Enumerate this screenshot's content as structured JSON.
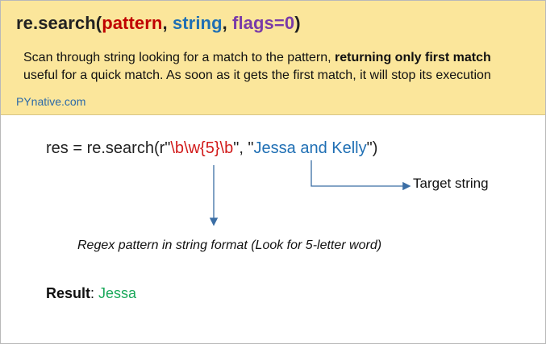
{
  "header": {
    "signature": {
      "func": "re.search(",
      "pattern": "pattern",
      "sep1": ", ",
      "string": "string",
      "sep2": ", ",
      "flags": "flags=0",
      "close": ")"
    },
    "description_line1_text": "Scan through string looking for a match to the pattern, ",
    "description_line1_bold": "returning only first match",
    "description_line2": "useful for a quick match. As soon as it gets the first match, it will stop its execution",
    "brand": "PYnative.com"
  },
  "code": {
    "prefix": "res = re.search(r\"",
    "regex": "\\b\\w{5}\\b",
    "middle": "\", \"",
    "target": "Jessa and Kelly",
    "suffix": "\")"
  },
  "annotations": {
    "target_label": "Target string",
    "regex_label": "Regex pattern in string format (Look for 5-letter word)"
  },
  "result": {
    "label": "Result",
    "colon": ": ",
    "value": "Jessa"
  },
  "colors": {
    "header_bg": "#fbe69b",
    "pattern": "#c00000",
    "string": "#1f6fb4",
    "flags": "#7a3aa8",
    "regex": "#d11a1a",
    "result_value": "#1aa85a",
    "arrow": "#3b6ea5"
  }
}
